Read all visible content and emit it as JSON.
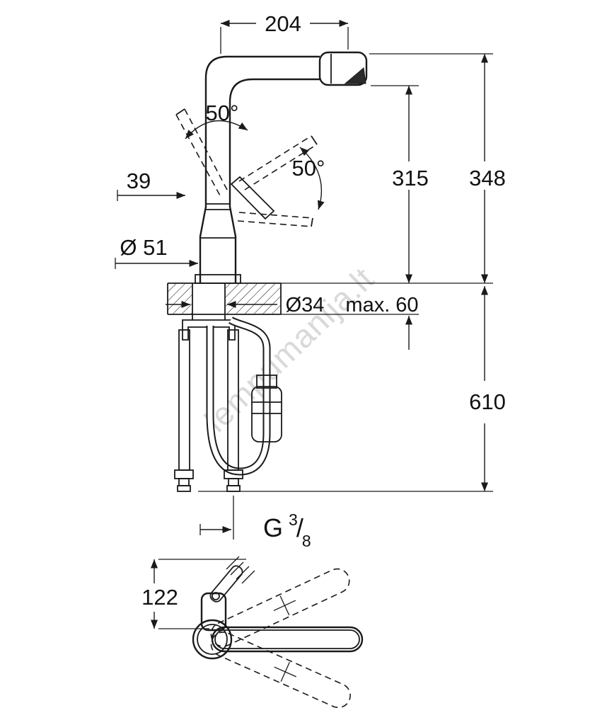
{
  "page": {
    "background": "#ffffff",
    "line_color": "#1a1a1a",
    "watermark_color": "#c9c9c9"
  },
  "watermark": "lempumanija.lt",
  "labels": {
    "spout_reach": "204",
    "handle_angle_left": "50°",
    "handle_angle_right": "50°",
    "handle_width": "39",
    "height_to_spout": "315",
    "total_height": "348",
    "body_diameter": "Ø 51",
    "shank_diameter": "Ø34",
    "max_counter_thickness": "max. 60",
    "hose_length": "610",
    "thread_g": "G",
    "thread_numerator": "3",
    "thread_slash": "/",
    "thread_denominator": "8",
    "top_view_height": "122"
  }
}
